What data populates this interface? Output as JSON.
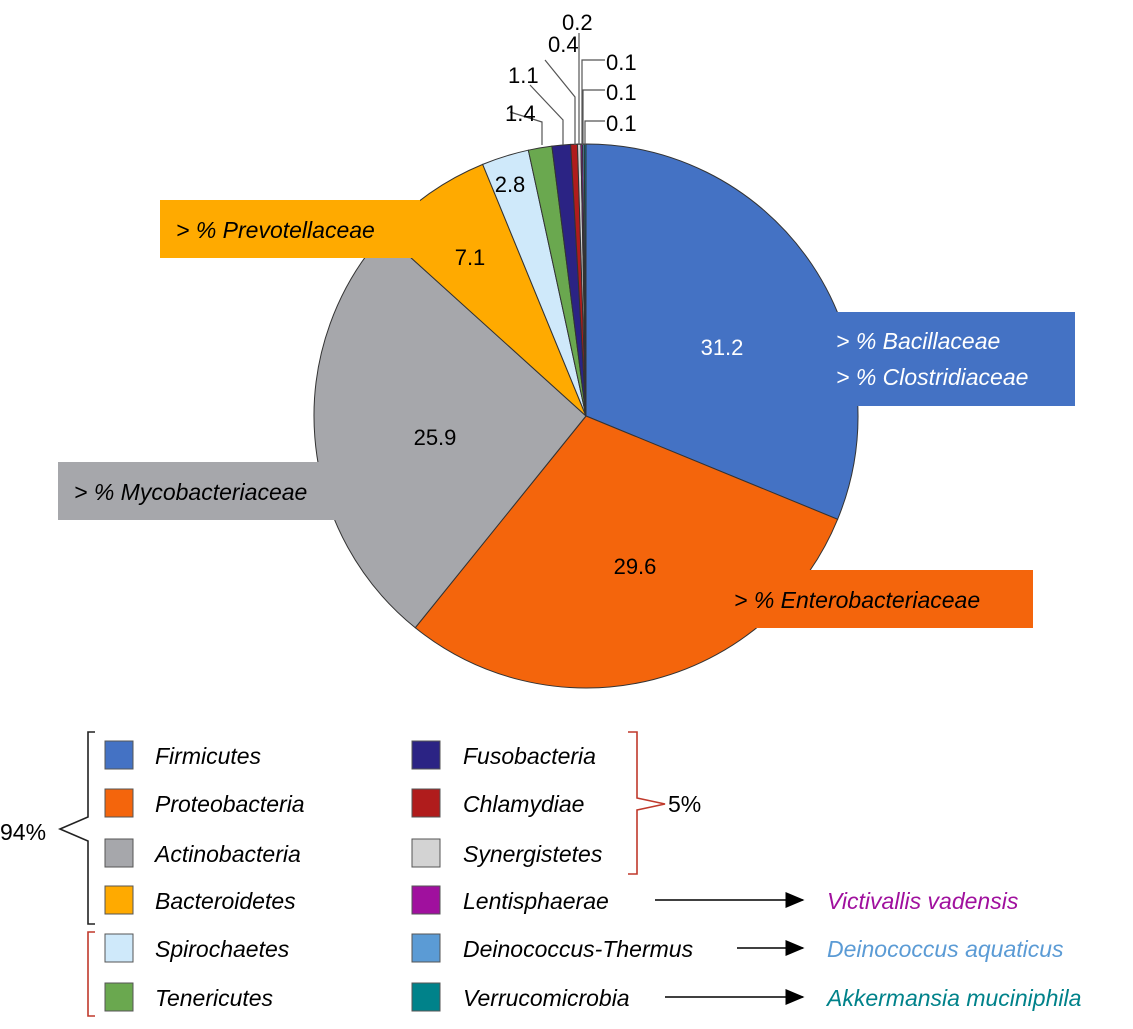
{
  "chart_data": {
    "type": "pie",
    "unit": "%",
    "slices": [
      {
        "name": "Firmicutes",
        "value": 31.2,
        "color": "#4472c4"
      },
      {
        "name": "Proteobacteria",
        "value": 29.6,
        "color": "#f4650c"
      },
      {
        "name": "Actinobacteria",
        "value": 25.9,
        "color": "#a6a7ab"
      },
      {
        "name": "Bacteroidetes",
        "value": 7.1,
        "color": "#ffaa00"
      },
      {
        "name": "Spirochaetes",
        "value": 2.8,
        "color": "#cfe9fa"
      },
      {
        "name": "Tenericutes",
        "value": 1.4,
        "color": "#6aa84f"
      },
      {
        "name": "Fusobacteria",
        "value": 1.1,
        "color": "#2b2384"
      },
      {
        "name": "Chlamydiae",
        "value": 0.4,
        "color": "#b01c1c"
      },
      {
        "name": "Synergistetes",
        "value": 0.2,
        "color": "#d3d3d3"
      },
      {
        "name": "Lentisphaerae",
        "value": 0.1,
        "color": "#a0109e"
      },
      {
        "name": "Deinococcus-Thermus",
        "value": 0.1,
        "color": "#5b9bd5"
      },
      {
        "name": "Verrucomicrobia",
        "value": 0.1,
        "color": "#00828a"
      }
    ],
    "data_labels": [
      "31.2",
      "29.6",
      "25.9",
      "7.1",
      "2.8",
      "1.4",
      "1.1",
      "0.4",
      "0.2",
      "0.1",
      "0.1",
      "0.1"
    ],
    "callouts": [
      {
        "text": "> % Prevotellaceae",
        "slice": "Bacteroidetes",
        "color": "#ffaa00"
      },
      {
        "lines": [
          "> % Bacillaceae",
          "> % Clostridiaceae"
        ],
        "slice": "Firmicutes",
        "color": "#4472c4"
      },
      {
        "text": "> % Mycobacteriaceae",
        "slice": "Actinobacteria",
        "color": "#a6a7ab"
      },
      {
        "text": "> % Enterobacteriaceae",
        "slice": "Proteobacteria",
        "color": "#f4650c"
      }
    ],
    "groups": [
      {
        "label": "94%",
        "members": [
          "Firmicutes",
          "Proteobacteria",
          "Actinobacteria",
          "Bacteroidetes"
        ]
      },
      {
        "label": "5%",
        "members": [
          "Fusobacteria",
          "Chlamydiae",
          "Synergistetes"
        ]
      }
    ],
    "species": [
      {
        "phylum": "Lentisphaerae",
        "text": "Victivallis vadensis",
        "color": "#a0109e"
      },
      {
        "phylum": "Deinococcus-Thermus",
        "text": "Deinococcus aquaticus",
        "color": "#5b9bd5"
      },
      {
        "phylum": "Verrucomicrobia",
        "text": "Akkermansia muciniphila",
        "color": "#00828a"
      }
    ]
  }
}
